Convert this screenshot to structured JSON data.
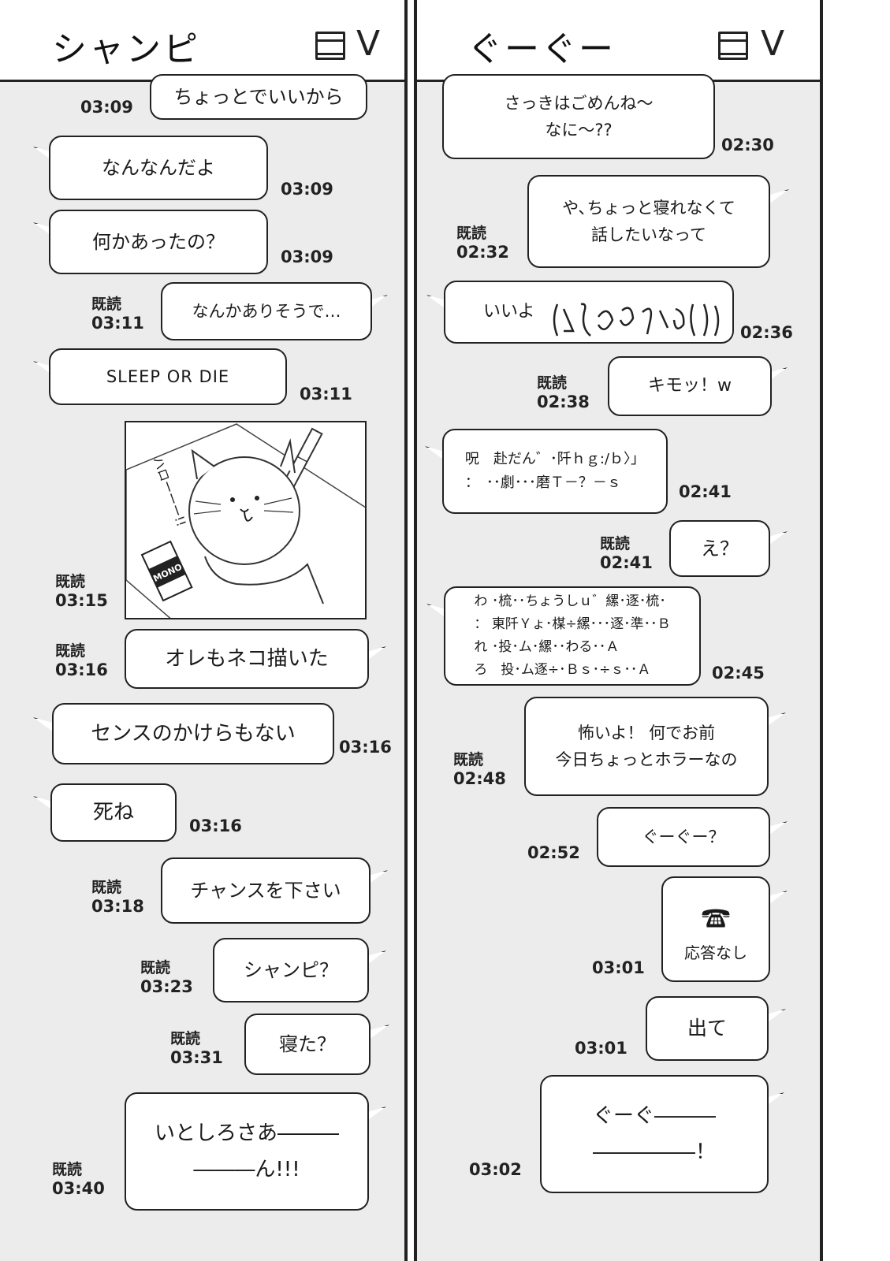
{
  "left": {
    "contact_name": "シャンピ",
    "messages": [
      {
        "text": "ちょっとでいいから",
        "time": "03:09"
      },
      {
        "text": "なんなんだよ",
        "time": "03:09"
      },
      {
        "text": "何かあったの？",
        "time": "03:09"
      },
      {
        "text": "なんかありそうで…",
        "read": "既読",
        "time": "03:11"
      },
      {
        "text": "SLEEP OR DIE",
        "time": "03:11"
      },
      {
        "text": "",
        "read": "既読",
        "time": "03:15"
      },
      {
        "text": "オレもネコ描いた",
        "read": "既読",
        "time": "03:16"
      },
      {
        "text": "センスのかけらもない",
        "time": "03:16"
      },
      {
        "text": "死ね",
        "time": "03:16"
      },
      {
        "text": "チャンスを下さい",
        "read": "既読",
        "time": "03:18"
      },
      {
        "text": "シャンピ？",
        "read": "既読",
        "time": "03:23"
      },
      {
        "text": "寝た？",
        "read": "既読",
        "time": "03:31"
      },
      {
        "text": "いとしろさあ―――\n―――ん!!!",
        "read": "既読",
        "time": "03:40"
      }
    ],
    "drawing": {
      "handwriting": "ハローーー!!",
      "eraser_label": "MONO"
    }
  },
  "right": {
    "contact_name": "ぐーぐー",
    "messages": [
      {
        "text": "さっきはごめんね～\nなに～??",
        "time": "02:30"
      },
      {
        "text": "や､ちょっと寝れなくて\n話したいなって",
        "read": "既読",
        "time": "02:32"
      },
      {
        "text": "いいよ",
        "time": "02:36"
      },
      {
        "text": "キモッ！w",
        "read": "既読",
        "time": "02:38"
      },
      {
        "text": "呪　赴だん゛･阡ｈｇ:/ｂ〉」\n：　･･劇･･･磨Ｔ－？－ｓ",
        "time": "02:41"
      },
      {
        "text": "え？",
        "read": "既読",
        "time": "02:41"
      },
      {
        "text": "わ ･梳･･ちょうしｕ゛縲･逐･梳･\n： 東阡Ｙょ･楳÷縲･･･逐･準･･Ｂ\nれ ･投･ム･縲･･わる･･Ａ\nろ　投･ム逐÷･Ｂｓ･÷ｓ･･Ａ",
        "time": "02:45"
      },
      {
        "text": "怖いよ！ 何でお前\n今日ちょっとホラーなの",
        "read": "既読",
        "time": "02:48"
      },
      {
        "text": "ぐーぐー？",
        "time": "02:52"
      },
      {
        "text": "応答なし",
        "time": "03:01"
      },
      {
        "text": "出て",
        "time": "03:01"
      },
      {
        "text": "ぐーぐ―――\n―――――！",
        "time": "03:02"
      }
    ]
  },
  "icons": {
    "list": "list-icon",
    "chevron": "chevron-down-icon",
    "phone": "phone-icon"
  },
  "colors": {
    "panel_bg": "#ececec",
    "bubble_bg": "#ffffff",
    "ink": "#222222"
  }
}
